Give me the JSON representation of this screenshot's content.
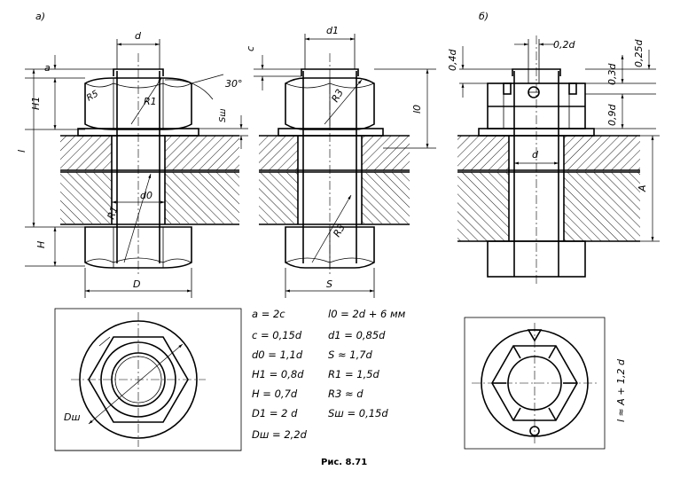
{
  "view_labels": {
    "a": "a)",
    "b": "б)"
  },
  "caption": "Рис. 8.71",
  "dims_a": {
    "d": "d",
    "a": "a",
    "h1": "H1",
    "l": "l",
    "h": "H",
    "big_d": "D",
    "r1_top": "R1",
    "r1_mid": "R1",
    "d0": "d0",
    "sw": "Sш",
    "angle": "30°",
    "r15": "R5",
    "dw": "Dш"
  },
  "dims_a2": {
    "d1": "d1",
    "c": "c",
    "l0": "l0",
    "r3_top": "R3",
    "r3_mid": "R3",
    "s": "S"
  },
  "dims_b": {
    "d02": "0,2d",
    "d04": "0,4d",
    "d03": "0,3d",
    "d025": "0,25d",
    "d09": "0,9d",
    "a_dim": "A",
    "d": "d",
    "l_formula": "l ≈ A + 1,2 d"
  },
  "formulas": {
    "left": [
      "a = 2c",
      "c = 0,15d",
      "d0 = 1,1d",
      "H1 = 0,8d",
      "H = 0,7d",
      "D1 = 2 d",
      "Dш = 2,2d"
    ],
    "right": [
      "l0 = 2d + 6 мм",
      "d1 = 0,85d",
      "S ≈ 1,7d",
      "R1 = 1,5d",
      "R3 ≈ d",
      "Sш = 0,15d"
    ]
  }
}
